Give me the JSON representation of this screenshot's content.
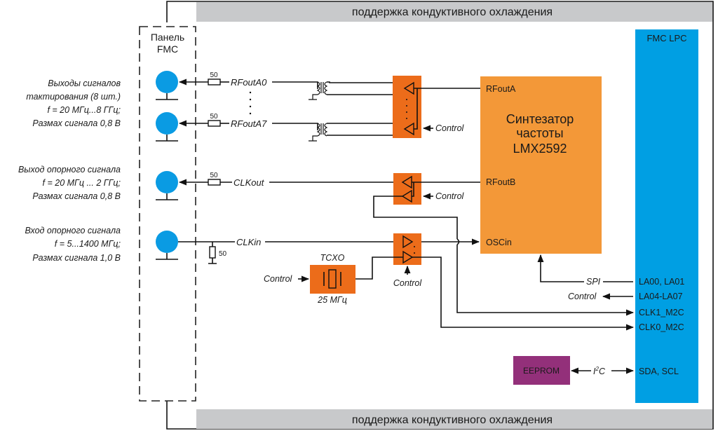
{
  "colors": {
    "cooling_bar": "#c8c9cb",
    "synth": "#f39838",
    "buffer": "#ec6c1a",
    "fmc_lpc": "#009fe3",
    "eeprom": "#93307a",
    "connector": "#0a9be3",
    "wire": "#111111"
  },
  "cooling": {
    "top": "поддержка кондуктивного охлаждения",
    "bottom": "поддержка кондуктивного охлаждения"
  },
  "panel": {
    "line1": "Панель",
    "line2": "FMC"
  },
  "left_descriptions": {
    "clock_outputs": [
      "Выходы сигналов",
      "тактирования (8 шт.)",
      "f = 20 МГц...8 ГГц;",
      "Размах сигнала 0,8 В"
    ],
    "ref_output": [
      "Выход опорного сигнала",
      "f = 20 МГц ... 2 ГГц;",
      "Размах сигнала 0,8 В"
    ],
    "ref_input": [
      "Вход опорного сигнала",
      "f = 5...1400 МГц;",
      "Размах сигнала 1,0 В"
    ]
  },
  "resistors": {
    "r1": "50",
    "r2": "50",
    "r3": "50",
    "r4": "50"
  },
  "signals": {
    "rfouta0": "RFoutA0",
    "rfouta7": "RFoutA7",
    "clkout": "CLKout",
    "clkin": "CLKin",
    "spi": "SPI",
    "i2c_main": "I",
    "i2c_sup": "2",
    "i2c_tail": "C"
  },
  "controls": {
    "rf_buffer": "Control",
    "clkout_buffer": "Control",
    "clkin_buffer": "Control",
    "tcxo": "Control",
    "fmc_out": "Control"
  },
  "synth": {
    "title": [
      "Синтезатор",
      "частоты",
      "LMX2592"
    ],
    "pins": {
      "rfouta": "RFoutA",
      "rfoutb": "RFoutB",
      "oscin": "OSCin"
    }
  },
  "tcxo": {
    "name": "TCXO",
    "freq": "25 МГц"
  },
  "eeprom": {
    "label": "EEPROM"
  },
  "fmc": {
    "title": "FMC  LPC",
    "pins": [
      "LA00, LA01",
      "LA04-LA07",
      "CLK1_M2C",
      "CLK0_M2C",
      "SDA, SCL"
    ]
  }
}
